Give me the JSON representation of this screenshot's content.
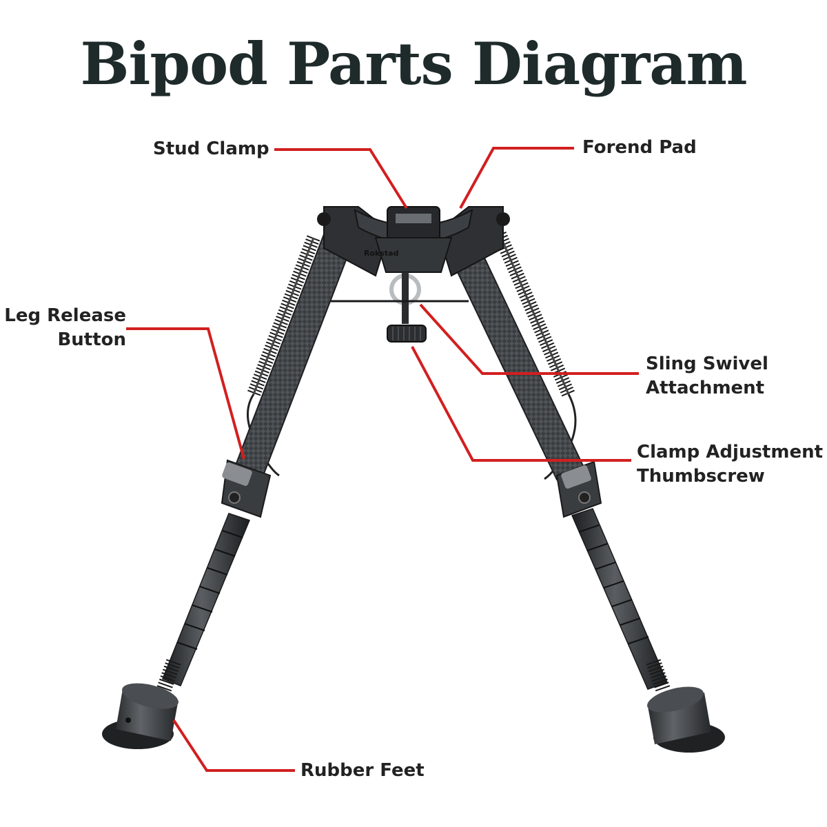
{
  "title": "Bipod Parts Diagram",
  "brand_mark": "Rokstad",
  "colors": {
    "leader_line": "#d21f1f",
    "title_text": "#1f2b2b",
    "label_text": "#222222",
    "metal_dark": "#2b2d2f"
  },
  "labels": {
    "stud_clamp": "Stud Clamp",
    "forend_pad": "Forend Pad",
    "leg_release_line1": "Leg Release",
    "leg_release_line2": "Button",
    "sling_swivel_line1": "Sling Swivel",
    "sling_swivel_line2": "Attachment",
    "clamp_adjust_line1": "Clamp Adjustment",
    "clamp_adjust_line2": "Thumbscrew",
    "rubber_feet": "Rubber Feet"
  }
}
